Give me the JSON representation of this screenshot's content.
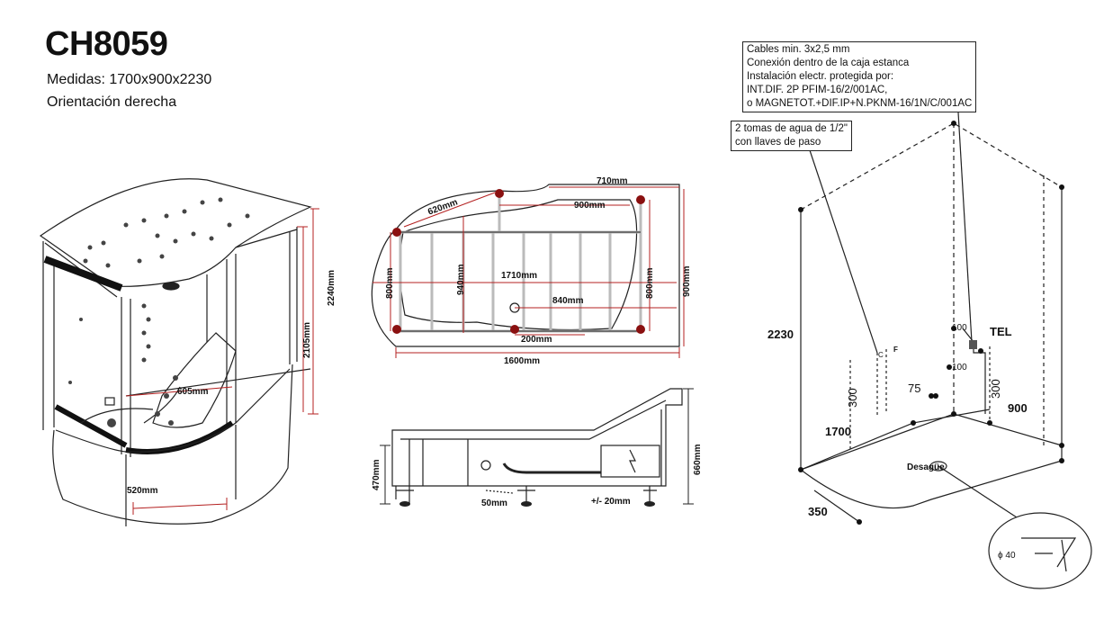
{
  "header": {
    "model": "CH8059",
    "dimensions_line": "Medidas: 1700x900x2230",
    "orientation_line": "Orientación derecha"
  },
  "perspective_view": {
    "labels": {
      "h_total": "2240mm",
      "h_inner": "2105mm",
      "seat_width": "605mm",
      "base_depth": "520mm"
    }
  },
  "top_view": {
    "labels": {
      "top_right": "710mm",
      "diag_left": "620mm",
      "inner_top": "900mm",
      "left_h": "800mm",
      "inner_h": "940mm",
      "center_w": "1710mm",
      "right_h": "800mm",
      "outer_h": "900mm",
      "mid_w": "840mm",
      "drain_offset": "200mm",
      "bottom_w": "1600mm"
    }
  },
  "side_view": {
    "labels": {
      "left_h": "470mm",
      "right_h": "660mm",
      "feet": "50mm",
      "adjust": "+/- 20mm"
    }
  },
  "install_view": {
    "note_electric": [
      "Cables min. 3x2,5 mm",
      "Conexión dentro de la caja estanca",
      "Instalación electr. protegida por:",
      "INT.DIF. 2P PFIM-16/2/001AC,",
      "o MAGNETOT.+DIF.IP+N.PKNM-16/1N/C/001AC"
    ],
    "note_water": [
      "2 tomas de agua de 1/2\"",
      "con llaves de paso"
    ],
    "labels": {
      "height": "2230",
      "width": "1700",
      "depth": "900",
      "radius": "350",
      "tap_height": "300",
      "tel_height": "300",
      "tap_spacing": "75",
      "tel_off_top": "100",
      "tel_off_bottom": "100",
      "tel": "TEL",
      "cold": "C",
      "hot": "F",
      "drain": "Desagüe",
      "drain_diameter": "ϕ 40"
    }
  }
}
